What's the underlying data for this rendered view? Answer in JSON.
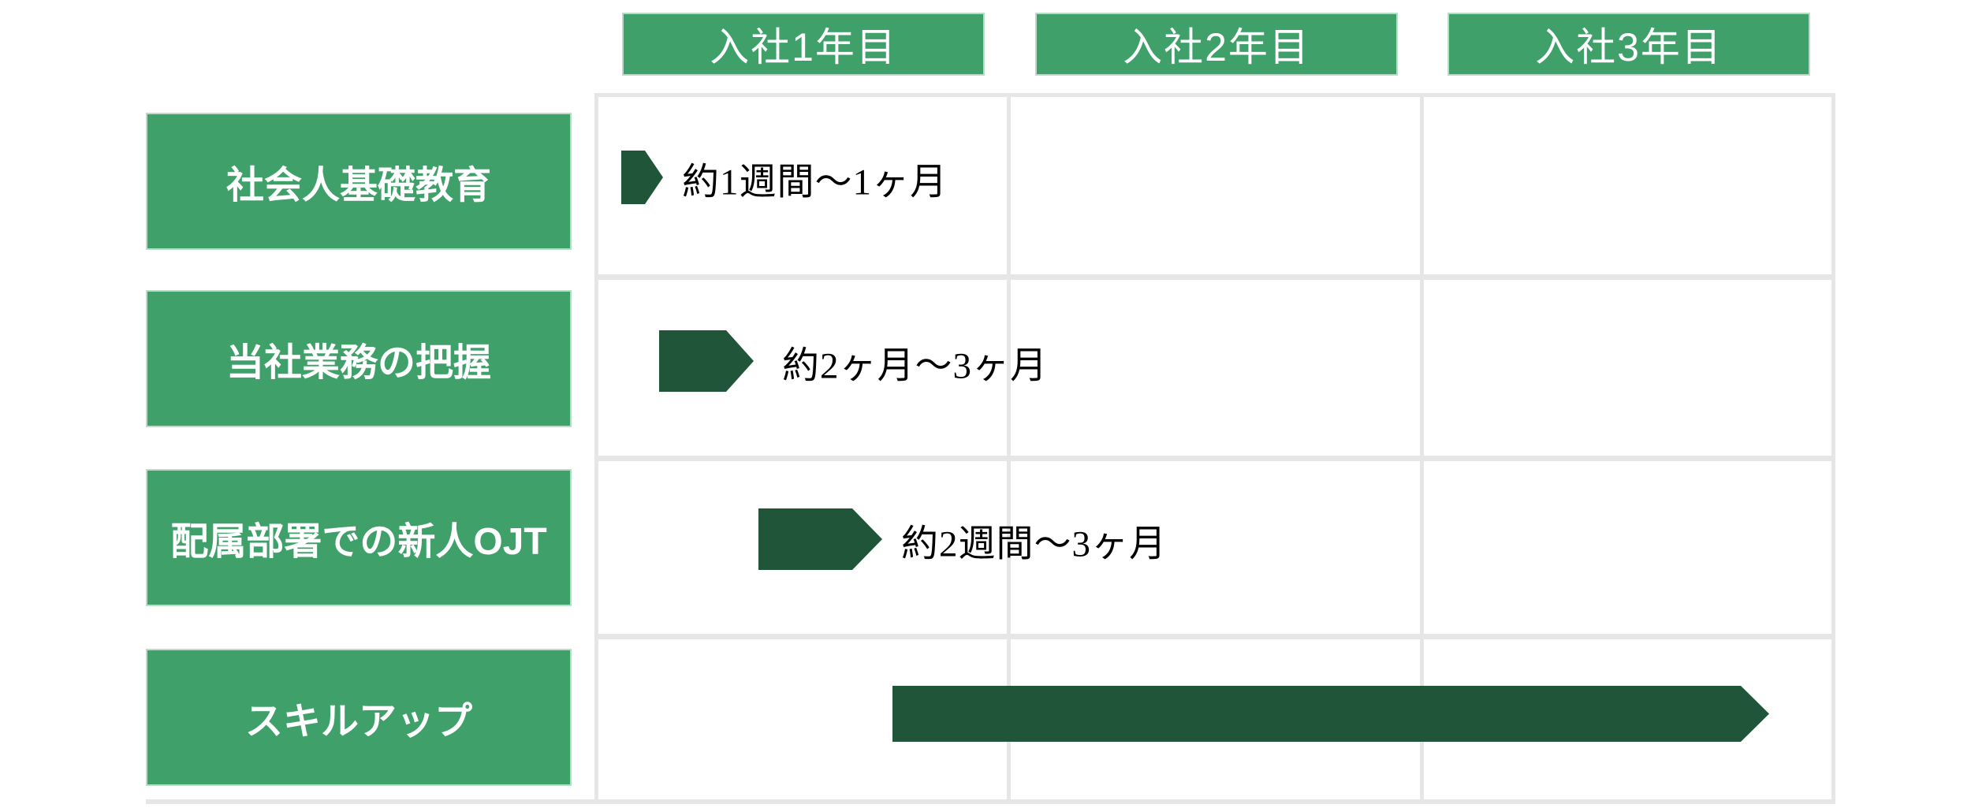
{
  "diagram": {
    "type": "gantt-timeline",
    "subject": "new-employee-training-schedule",
    "years_span": 3
  },
  "columns": [
    {
      "label": "入社1年目"
    },
    {
      "label": "入社2年目"
    },
    {
      "label": "入社3年目"
    }
  ],
  "rows": [
    {
      "label": "社会人基礎教育",
      "duration": "約1週間〜1ヶ月",
      "arrow_span_years": {
        "start": 0.06,
        "end": 0.16
      }
    },
    {
      "label": "当社業務の把握",
      "duration": "約2ヶ月〜3ヶ月",
      "arrow_span_years": {
        "start": 0.15,
        "end": 0.38
      }
    },
    {
      "label": "配属部署での新人OJT",
      "duration": "約2週間〜3ヶ月",
      "arrow_span_years": {
        "start": 0.39,
        "end": 0.69
      }
    },
    {
      "label": "スキルアップ",
      "duration": "",
      "arrow_span_years": {
        "start": 0.72,
        "end": 2.85
      }
    }
  ],
  "colors": {
    "box_green": "#3fa06a",
    "arrow_dark_green": "#215539",
    "grid_line": "#e6e6e6",
    "label_text": "#ffffff",
    "duration_text": "#000000",
    "background": "#ffffff"
  }
}
